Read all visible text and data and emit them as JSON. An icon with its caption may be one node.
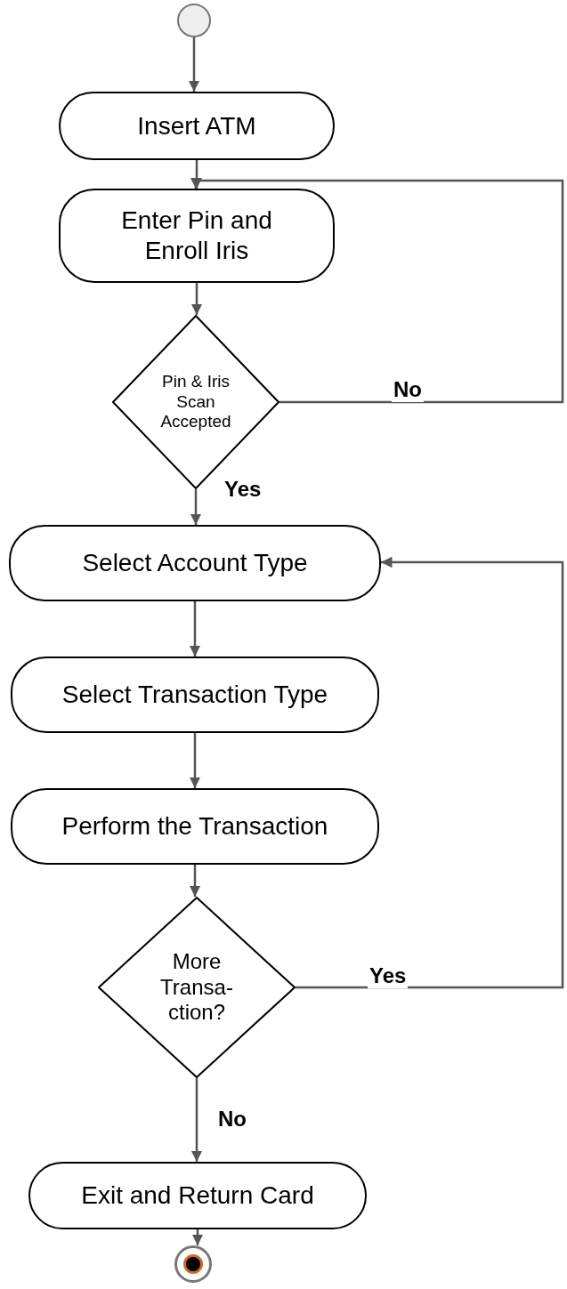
{
  "diagram": {
    "nodes": [
      {
        "text": [],
        "shape": "circle"
      },
      {
        "text": [
          "Insert ATM"
        ]
      },
      {
        "text": [
          "Enter Pin and Enroll Iris"
        ]
      },
      {
        "text": [
          "Pin & Iris Scan Accepted"
        ]
      },
      {
        "text": [
          "Select Account Type"
        ]
      },
      {
        "text": [
          "Select Transaction Type"
        ]
      },
      {
        "text": [
          "Perform the Transaction"
        ]
      },
      {
        "text": [
          "More Transa- ction?"
        ]
      },
      {
        "text": [
          "Exit and Return Card"
        ]
      },
      {
        "text": [],
        "shape": "circle"
      }
    ],
    "edges": [
      {
        "from": 0,
        "to": 1,
        "arrow": "to"
      },
      {
        "from": 1,
        "to": 2,
        "arrow": "to"
      },
      {
        "from": 2,
        "to": 3,
        "arrow": "to"
      },
      {
        "from": 3,
        "to": 4,
        "arrow": "to",
        "label": "Yes"
      },
      {
        "from": 3,
        "to": 2,
        "arrow": "to",
        "label": "No"
      },
      {
        "from": 4,
        "to": 5,
        "arrow": "to"
      },
      {
        "from": 5,
        "to": 6,
        "arrow": "to"
      },
      {
        "from": 6,
        "to": 7,
        "arrow": "to"
      },
      {
        "from": 7,
        "to": 4,
        "arrow": "to",
        "label": "Yes"
      },
      {
        "from": 7,
        "to": 8,
        "arrow": "to",
        "label": "No"
      },
      {
        "from": 8,
        "to": 9,
        "arrow": "to"
      }
    ]
  }
}
